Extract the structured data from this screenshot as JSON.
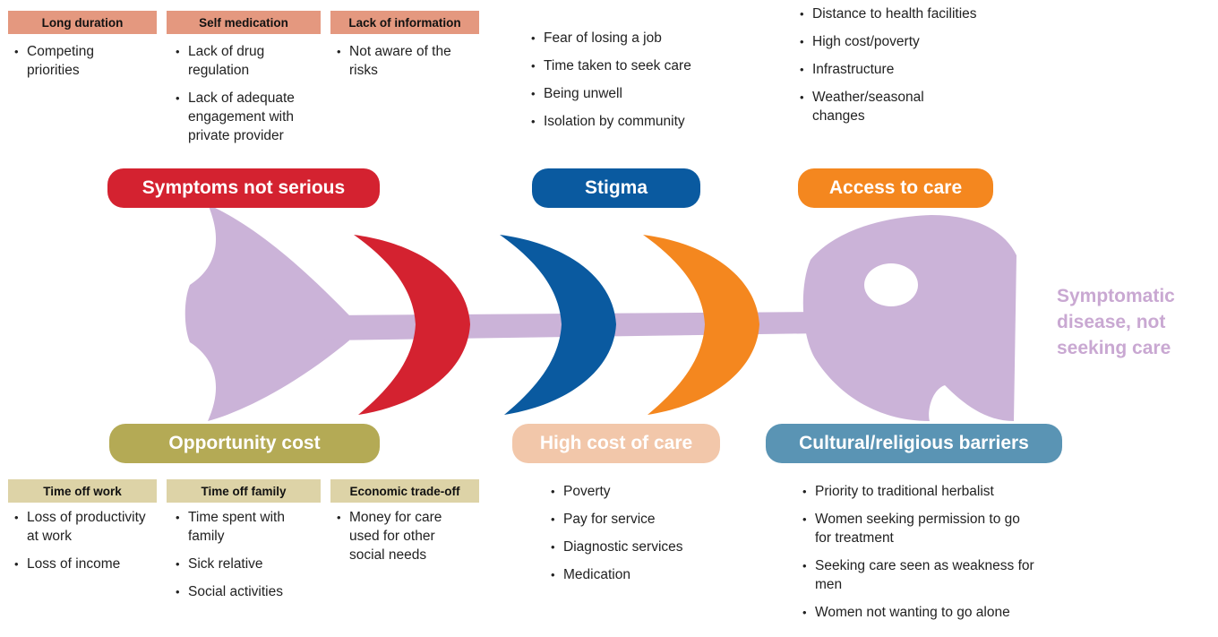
{
  "colors": {
    "fish": "#cbb3d8",
    "red": "#d42230",
    "blue": "#0a5aa0",
    "orange": "#f4871f",
    "olive": "#b4aa55",
    "peach": "#f2c7aa",
    "teal": "#5a94b4",
    "salmon_header": "#e4987f",
    "tan_header": "#ddd3a7",
    "head_label": "#c9a8d2"
  },
  "outcome": "Symptomatic disease, not seeking care",
  "top": {
    "symptoms": {
      "label": "Symptoms not serious",
      "groups": [
        {
          "header": "Long duration",
          "items": [
            "Competing priorities"
          ]
        },
        {
          "header": "Self medication",
          "items": [
            "Lack of drug regulation",
            "Lack of adequate engagement with private provider"
          ]
        },
        {
          "header": "Lack of information",
          "items": [
            "Not aware of the risks"
          ]
        }
      ]
    },
    "stigma": {
      "label": "Stigma",
      "items": [
        "Fear of losing a job",
        "Time taken to seek care",
        "Being unwell",
        "Isolation by community"
      ]
    },
    "access": {
      "label": "Access to care",
      "items": [
        "Distance to health facilities",
        "High cost/poverty",
        "Infrastructure",
        "Weather/seasonal changes"
      ]
    }
  },
  "bottom": {
    "opportunity": {
      "label": "Opportunity cost",
      "groups": [
        {
          "header": "Time off work",
          "items": [
            "Loss of productivity at work",
            "Loss of income"
          ]
        },
        {
          "header": "Time off family",
          "items": [
            "Time spent with family",
            "Sick relative",
            "Social activities"
          ]
        },
        {
          "header": "Economic trade-off",
          "items": [
            "Money for care used for other social needs"
          ]
        }
      ]
    },
    "high_cost": {
      "label": "High cost of care",
      "items": [
        "Poverty",
        "Pay for service",
        "Diagnostic services",
        "Medication"
      ]
    },
    "cultural": {
      "label": "Cultural/religious barriers",
      "items": [
        "Priority to traditional herbalist",
        "Women seeking permission to go for treatment",
        "Seeking care seen as weakness for men",
        "Women not wanting to go alone"
      ]
    }
  }
}
